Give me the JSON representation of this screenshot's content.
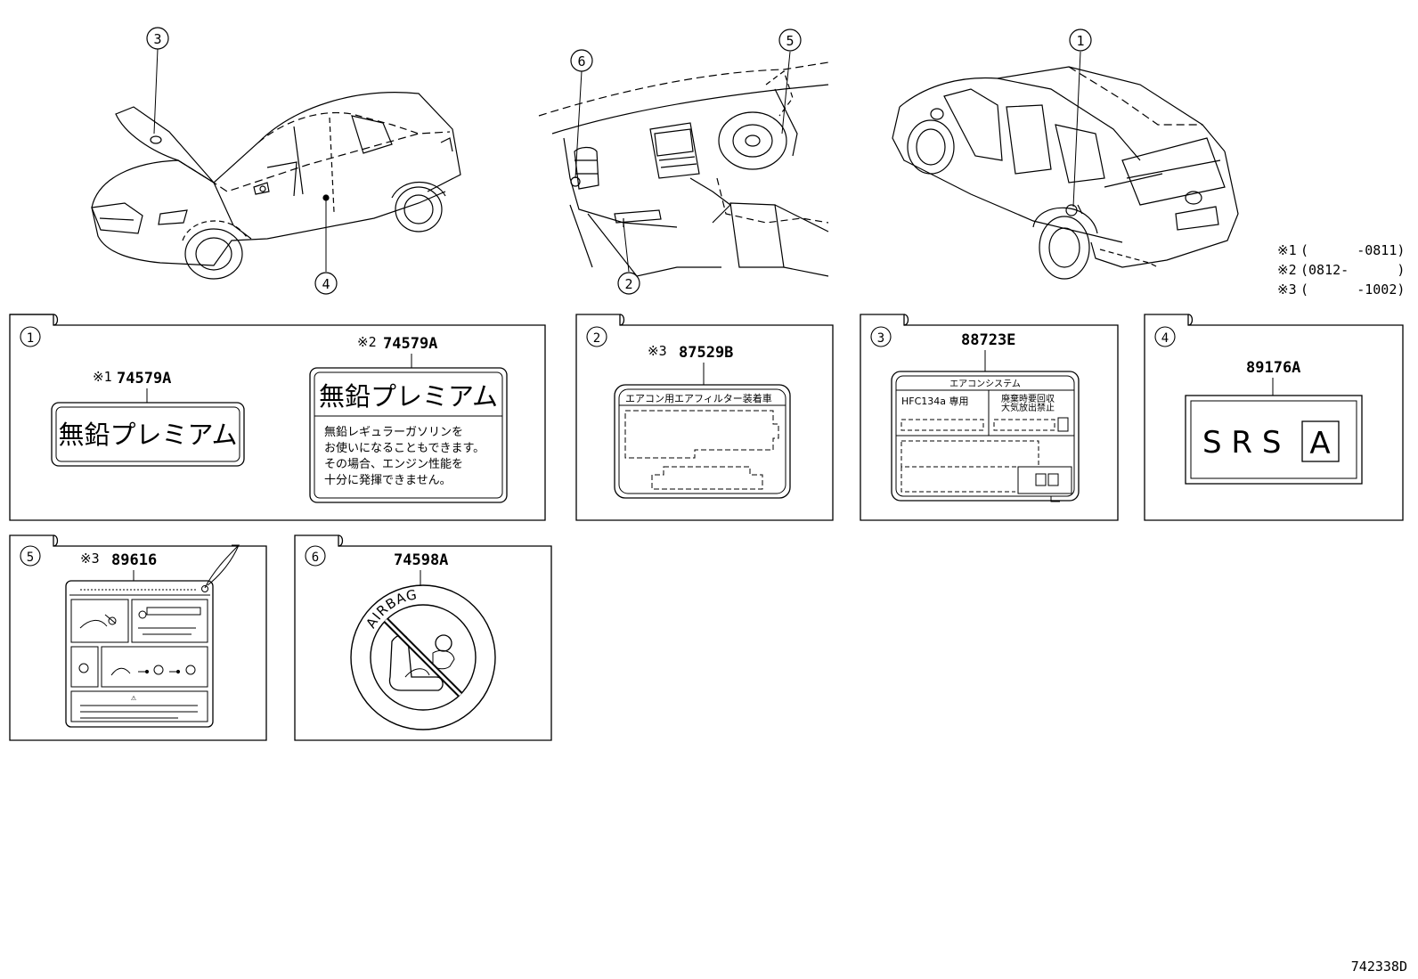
{
  "callouts": {
    "top_car1_hood": "3",
    "top_car1_pillar": "4",
    "top_dash_left": "6",
    "top_dash_right": "5",
    "top_dash_glove": "2",
    "top_car3_door": "1"
  },
  "legend": [
    {
      "mark": "※1",
      "range": "(      -0811)"
    },
    {
      "mark": "※2",
      "range": "(0812-      )"
    },
    {
      "mark": "※3",
      "range": "(      -1002)"
    }
  ],
  "panels": {
    "p1": {
      "num": "1",
      "left_mark": "※1",
      "left_part": "74579A",
      "left_label": "無鉛プレミアム",
      "right_mark": "※2",
      "right_part": "74579A",
      "right_title": "無鉛プレミアム",
      "right_body": [
        "無鉛レギュラーガソリンを",
        "お使いになることもできます。",
        "その場合、エンジン性能を",
        "十分に発揮できません。"
      ]
    },
    "p2": {
      "num": "2",
      "mark": "※3",
      "part": "87529B",
      "header": "エアコン用エアフィルター装着車"
    },
    "p3": {
      "num": "3",
      "part": "88723E",
      "header": "エアコンシステム",
      "left": "HFC134a 専用",
      "right1": "廃棄時要回収",
      "right2": "大気放出禁止"
    },
    "p4": {
      "num": "4",
      "part": "89176A",
      "text": "S R S",
      "boxed": "A"
    },
    "p5": {
      "num": "5",
      "mark": "※3",
      "part": "89616"
    },
    "p6": {
      "num": "6",
      "part": "74598A",
      "ring_text": "AIRBAG"
    }
  },
  "diagram_id": "742338D"
}
